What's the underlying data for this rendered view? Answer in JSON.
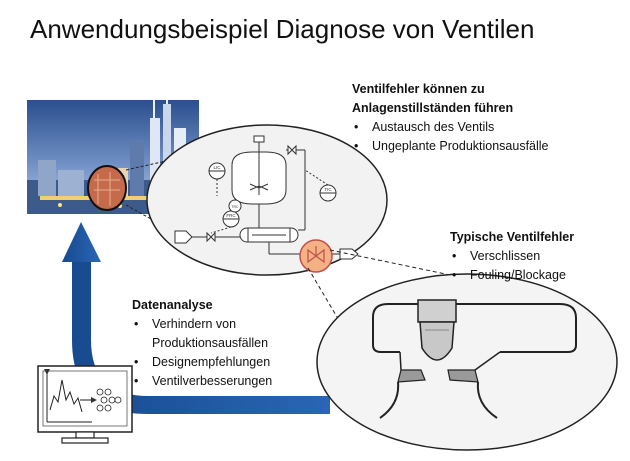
{
  "title": "Anwendungsbeispiel Diagnose von Ventilen",
  "ventilfehler_block": {
    "heading_line1": "Ventilfehler können zu",
    "heading_line2": "Anlagenstillständen führen",
    "items": [
      "Austausch des Ventils",
      "Ungeplante Produktionsausfälle"
    ]
  },
  "typische_block": {
    "heading": "Typische Ventilfehler",
    "items": [
      "Verschlissen",
      "Fouling/Blockage"
    ]
  },
  "datenanalyse_block": {
    "heading": "Datenanalyse",
    "items": [
      "Verhindern von",
      "Designempfehlungen",
      "Ventilverbesserungen"
    ],
    "item1_continuation": "Produktionsausfällen"
  },
  "pid_tags": [
    "LIC",
    "TIC",
    "FRC",
    "TRC"
  ],
  "colors": {
    "arrow_blue": "#1f5aa6",
    "highlight_red": "#c0504d",
    "ellipse_fill": "#f2f2f2",
    "valve_fill": "#f4b183"
  }
}
